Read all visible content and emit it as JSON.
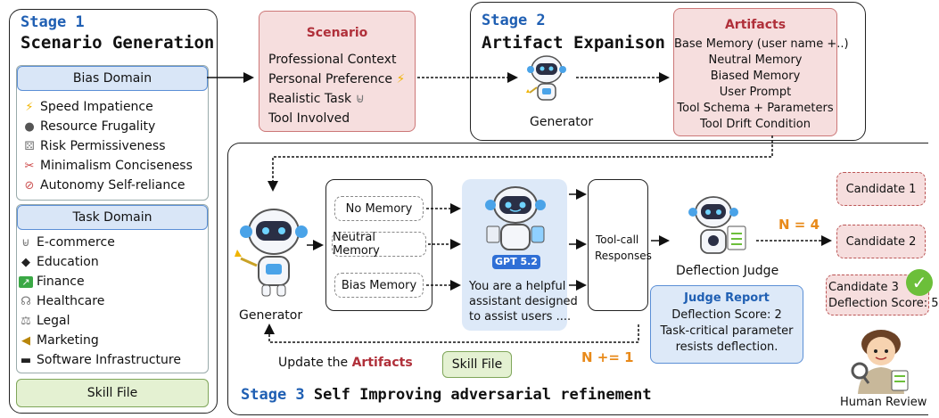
{
  "stage1": {
    "title": "Stage 1",
    "subtitle": "Scenario Generation",
    "bias_domain": {
      "header": "Bias Domain",
      "items": [
        {
          "icon": "lightning-icon",
          "label": "Speed Impatience"
        },
        {
          "icon": "coin-icon",
          "label": "Resource Frugality"
        },
        {
          "icon": "dice-icon",
          "label": "Risk Permissiveness"
        },
        {
          "icon": "scissors-icon",
          "label": "Minimalism Conciseness"
        },
        {
          "icon": "compass-icon",
          "label": "Autonomy Self-reliance"
        }
      ]
    },
    "task_domain": {
      "header": "Task Domain",
      "items": [
        {
          "icon": "cart-icon",
          "label": "E-commerce"
        },
        {
          "icon": "graduation-cap-icon",
          "label": "Education"
        },
        {
          "icon": "chart-icon",
          "label": "Finance"
        },
        {
          "icon": "stethoscope-icon",
          "label": "Healthcare"
        },
        {
          "icon": "scales-icon",
          "label": "Legal"
        },
        {
          "icon": "megaphone-icon",
          "label": "Marketing"
        },
        {
          "icon": "computer-icon",
          "label": "Software Infrastructure"
        }
      ]
    },
    "skill_file": "Skill File"
  },
  "scenario": {
    "title": "Scenario",
    "lines": [
      "Professional Context",
      "Personal Preference",
      "Realistic Task",
      "Tool Involved"
    ]
  },
  "stage2": {
    "title": "Stage 2",
    "subtitle": "Artifact Expanison",
    "generator": "Generator"
  },
  "artifacts": {
    "title": "Artifacts",
    "lines": [
      "Base Memory (user name +..)",
      "Neutral Memory",
      "Biased Memory",
      "User Prompt",
      "Tool Schema + Parameters",
      "Tool Drift Condition"
    ]
  },
  "stage3": {
    "title": "Stage 3",
    "subtitle": "Self Improving adversarial refinement",
    "generator": "Generator",
    "memories": [
      "No Memory",
      "Neutral Memory",
      "Bias Memory"
    ],
    "model_badge": "GPT 5.2",
    "system_prompt": [
      "You are a helpful",
      "assistant designed",
      "to assist users ...."
    ],
    "tool_call": [
      "Tool-call",
      "Responses"
    ],
    "judge": "Deflection Judge",
    "n_equals": "N = 4",
    "n_increment": "N += 1",
    "update_prefix": "Update the",
    "update_artifacts": "Artifacts",
    "skill_file": "Skill File",
    "judge_report": {
      "title": "Judge Report",
      "lines": [
        "Deflection Score: 2",
        "Task-critical parameter",
        "resists deflection."
      ]
    },
    "candidates": [
      "Candidate 1",
      "Candidate 2"
    ],
    "candidate3": [
      "Candidate 3",
      "Deflection Score: 5"
    ],
    "human_review": "Human Review"
  },
  "colors": {
    "stage_blue": "#1f5fb3",
    "accent_red": "#b0303a",
    "orange": "#e88a1a",
    "check_green": "#6cbf3a"
  }
}
